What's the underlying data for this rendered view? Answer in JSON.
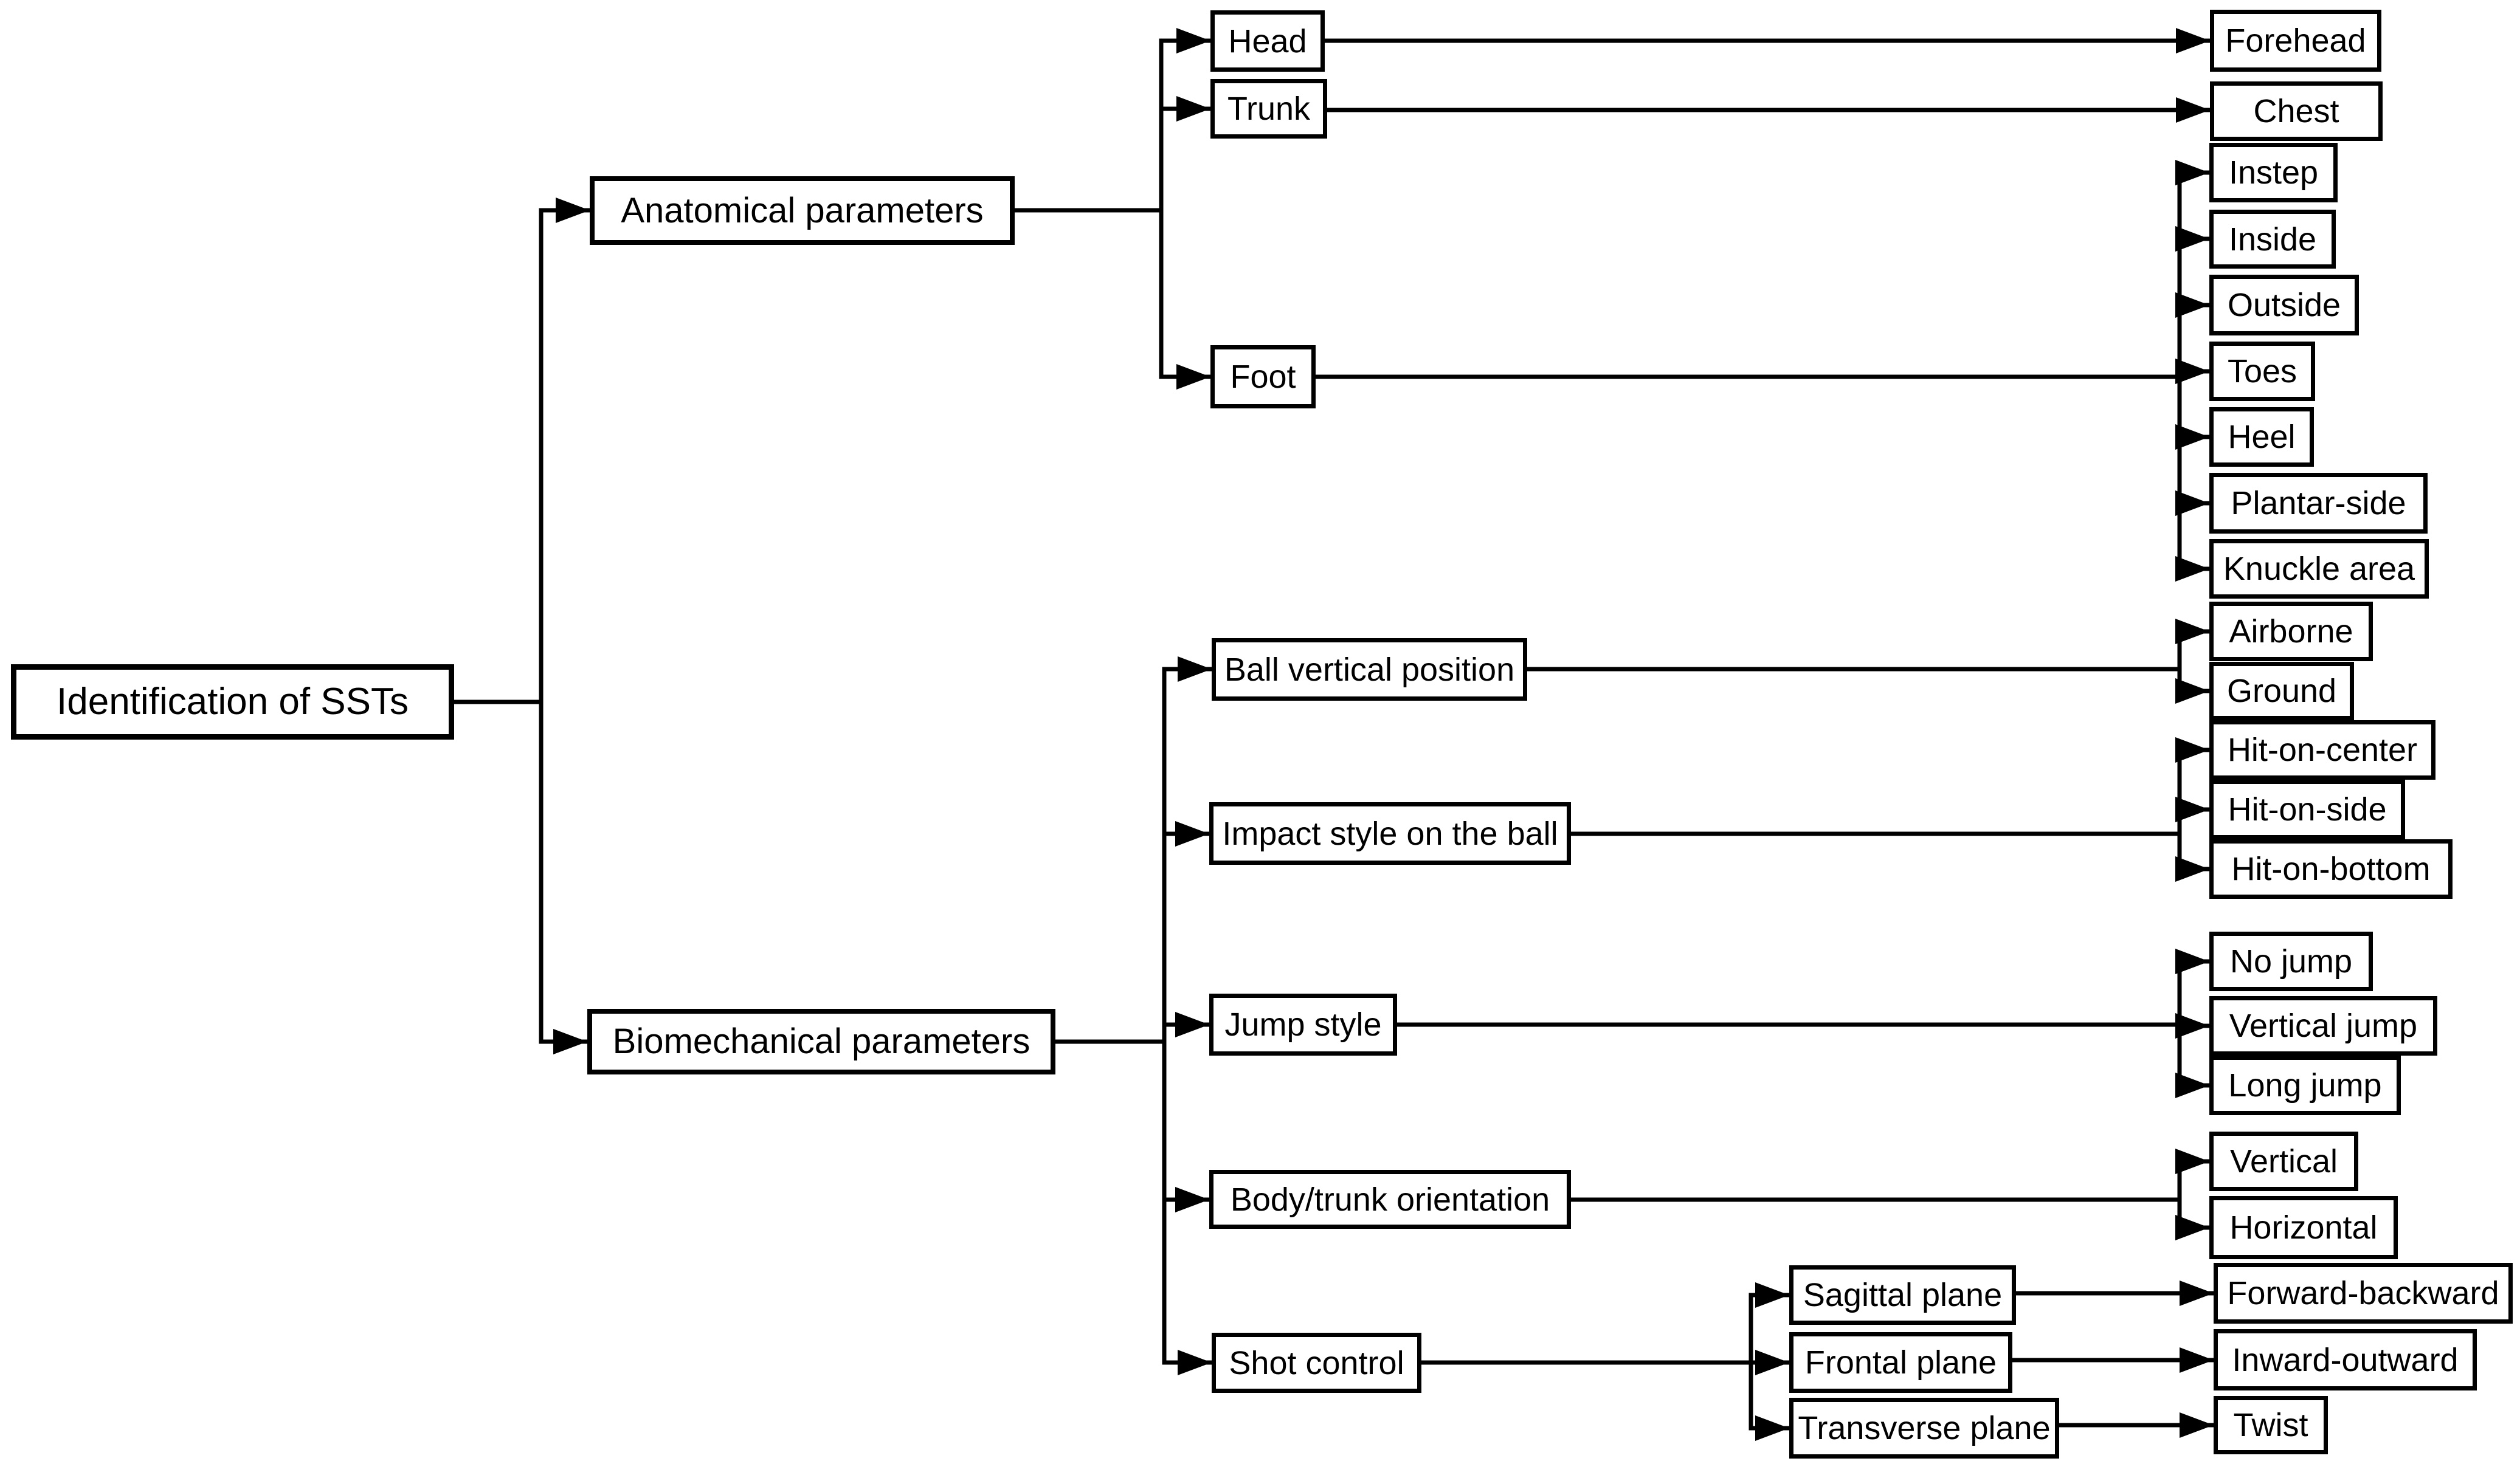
{
  "figure": {
    "title": "Identification of SSTs decision tree",
    "background_color": "#ffffff",
    "line_color": "#000000",
    "box_fill_color": "#ffffff",
    "box_border_color": "#000000",
    "text_color": "#000000"
  },
  "nodes": [
    {
      "id": "root",
      "label": "Identification of SSTs",
      "parent": null
    },
    {
      "id": "anatomical",
      "label": "Anatomical parameters",
      "parent": "root"
    },
    {
      "id": "biomechanical",
      "label": "Biomechanical parameters",
      "parent": "root"
    },
    {
      "id": "head",
      "label": "Head",
      "parent": "anatomical"
    },
    {
      "id": "trunk",
      "label": "Trunk",
      "parent": "anatomical"
    },
    {
      "id": "foot",
      "label": "Foot",
      "parent": "anatomical"
    },
    {
      "id": "forehead",
      "label": "Forehead",
      "parent": "head"
    },
    {
      "id": "chest",
      "label": "Chest",
      "parent": "trunk"
    },
    {
      "id": "instep",
      "label": "Instep",
      "parent": "foot"
    },
    {
      "id": "inside",
      "label": "Inside",
      "parent": "foot"
    },
    {
      "id": "outside",
      "label": "Outside",
      "parent": "foot"
    },
    {
      "id": "toes",
      "label": "Toes",
      "parent": "foot"
    },
    {
      "id": "heel",
      "label": "Heel",
      "parent": "foot"
    },
    {
      "id": "plantar-side",
      "label": "Plantar-side",
      "parent": "foot"
    },
    {
      "id": "knuckle-area",
      "label": "Knuckle area",
      "parent": "foot"
    },
    {
      "id": "ball-vertical-position",
      "label": "Ball vertical position",
      "parent": "biomechanical"
    },
    {
      "id": "impact-style",
      "label": "Impact style on the ball",
      "parent": "biomechanical"
    },
    {
      "id": "jump-style",
      "label": "Jump style",
      "parent": "biomechanical"
    },
    {
      "id": "body-trunk-orientation",
      "label": "Body/trunk orientation",
      "parent": "biomechanical"
    },
    {
      "id": "shot-control",
      "label": "Shot control",
      "parent": "biomechanical"
    },
    {
      "id": "airborne",
      "label": "Airborne",
      "parent": "ball-vertical-position"
    },
    {
      "id": "ground",
      "label": "Ground",
      "parent": "ball-vertical-position"
    },
    {
      "id": "hit-on-center",
      "label": "Hit-on-center",
      "parent": "impact-style"
    },
    {
      "id": "hit-on-side",
      "label": "Hit-on-side",
      "parent": "impact-style"
    },
    {
      "id": "hit-on-bottom",
      "label": "Hit-on-bottom",
      "parent": "impact-style"
    },
    {
      "id": "no-jump",
      "label": "No jump",
      "parent": "jump-style"
    },
    {
      "id": "vertical-jump",
      "label": "Vertical jump",
      "parent": "jump-style"
    },
    {
      "id": "long-jump",
      "label": "Long jump",
      "parent": "jump-style"
    },
    {
      "id": "vertical",
      "label": "Vertical",
      "parent": "body-trunk-orientation"
    },
    {
      "id": "horizontal",
      "label": "Horizontal",
      "parent": "body-trunk-orientation"
    },
    {
      "id": "sagittal-plane",
      "label": "Sagittal plane",
      "parent": "shot-control"
    },
    {
      "id": "frontal-plane",
      "label": "Frontal plane",
      "parent": "shot-control"
    },
    {
      "id": "transverse-plane",
      "label": "Transverse plane",
      "parent": "shot-control"
    },
    {
      "id": "forward-backward",
      "label": "Forward-backward",
      "parent": "sagittal-plane"
    },
    {
      "id": "inward-outward",
      "label": "Inward-outward",
      "parent": "frontal-plane"
    },
    {
      "id": "twist",
      "label": "Twist",
      "parent": "transverse-plane"
    }
  ]
}
